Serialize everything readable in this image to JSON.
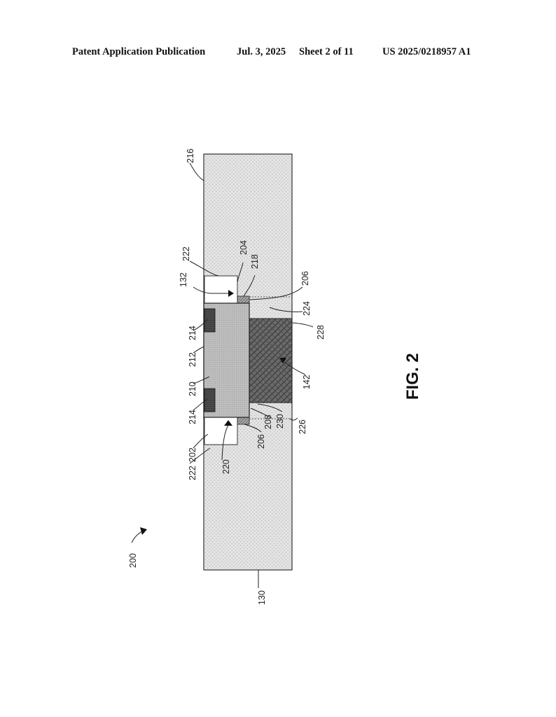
{
  "header": {
    "publication": "Patent Application Publication",
    "date": "Jul. 3, 2025",
    "sheet": "Sheet 2 of 11",
    "number": "US 2025/0218957 A1"
  },
  "figure": {
    "caption": "FIG. 2",
    "labels": {
      "r200": "200",
      "r130": "130",
      "r216": "216",
      "r222a": "222",
      "r222b": "222",
      "r132": "132",
      "r204": "204",
      "r218": "218",
      "r206a": "206",
      "r206b": "206",
      "r224": "224",
      "r228": "228",
      "r214a": "214",
      "r214b": "214",
      "r212": "212",
      "r210": "210",
      "r142": "142",
      "r202": "202",
      "r220": "220",
      "r208": "208",
      "r230": "230",
      "r226": "226"
    }
  }
}
